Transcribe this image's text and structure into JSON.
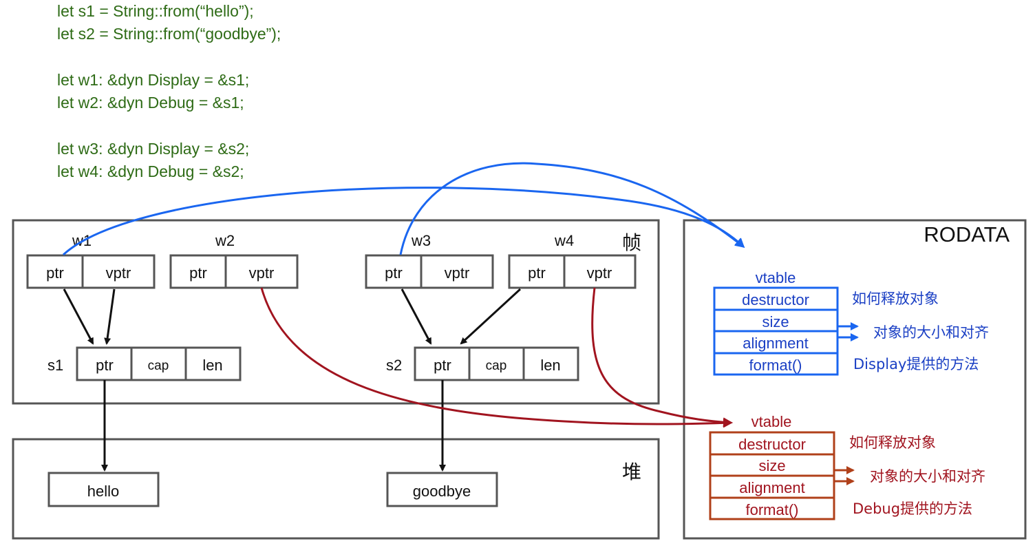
{
  "code_lines": [
    "let s1 = String::from(“hello”);",
    "let s2 = String::from(“goodbye”);",
    "let w1: &dyn Display = &s1;",
    "let w2: &dyn Debug = &s1;",
    "let w3: &dyn Display = &s2;",
    "let w4: &dyn Debug = &s2;"
  ],
  "stack": {
    "title": "帧",
    "fat_pointers": [
      {
        "name": "w1",
        "cells": [
          "ptr",
          "vptr"
        ]
      },
      {
        "name": "w2",
        "cells": [
          "ptr",
          "vptr"
        ]
      },
      {
        "name": "w3",
        "cells": [
          "ptr",
          "vptr"
        ]
      },
      {
        "name": "w4",
        "cells": [
          "ptr",
          "vptr"
        ]
      }
    ],
    "strings": [
      {
        "name": "s1",
        "cells": [
          "ptr",
          "cap",
          "len"
        ]
      },
      {
        "name": "s2",
        "cells": [
          "ptr",
          "cap",
          "len"
        ]
      }
    ]
  },
  "heap": {
    "title": "堆",
    "values": [
      "hello",
      "goodbye"
    ]
  },
  "rodata": {
    "title": "RODATA",
    "vtables": [
      {
        "title": "vtable",
        "rows": [
          "destructor",
          "size",
          "alignment",
          "format()"
        ],
        "notes": [
          "如何释放对象",
          "对象的大小和对齐",
          "Display提供的方法"
        ]
      },
      {
        "title": "vtable",
        "rows": [
          "destructor",
          "size",
          "alignment",
          "format()"
        ],
        "notes": [
          "如何释放对象",
          "对象的大小和对齐",
          "Debug提供的方法"
        ]
      }
    ]
  },
  "colors": {
    "code": "#2e6b16",
    "display_vtable": "#1a66f0",
    "debug_vtable": "#a1141f",
    "debug_box": "#b0401a",
    "box_border": "#555555"
  }
}
